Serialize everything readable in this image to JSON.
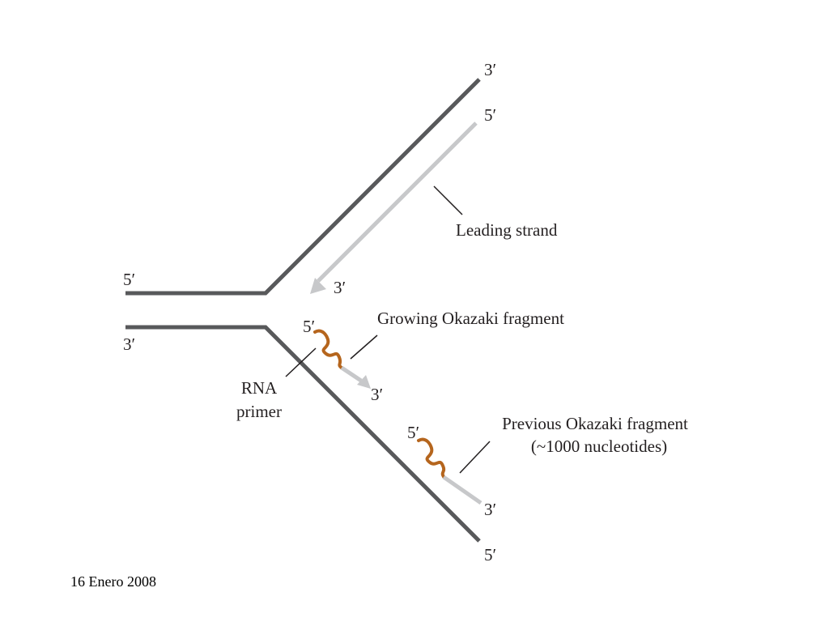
{
  "colors": {
    "parent_strand": "#58595b",
    "new_dna": "#c7c8ca",
    "rna_primer": "#b5651d",
    "text": "#231f20",
    "background": "#ffffff"
  },
  "diagram": {
    "top_strand": {
      "left_end": "5′",
      "right_end": "3′"
    },
    "bottom_strand": {
      "left_end": "3′",
      "right_end": "5′"
    },
    "leading_strand": {
      "start_end": "5′",
      "tip_end": "3′",
      "label": "Leading strand"
    },
    "growing_okazaki": {
      "start_end": "5′",
      "tip_end": "3′",
      "label": "Growing Okazaki fragment"
    },
    "rna_primer": {
      "label_line1": "RNA",
      "label_line2": "primer"
    },
    "previous_okazaki": {
      "start_end": "5′",
      "tip_end": "3′",
      "label_line1": "Previous Okazaki fragment",
      "label_line2": "(~1000 nucleotides)"
    }
  },
  "footer": {
    "date": "16 Enero 2008"
  }
}
